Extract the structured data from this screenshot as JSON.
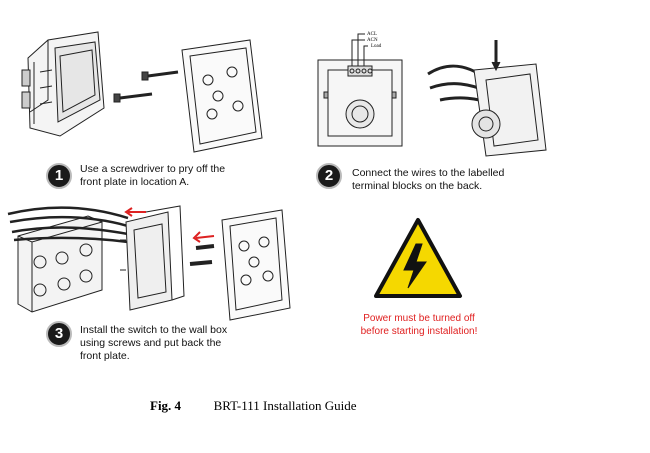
{
  "steps": [
    {
      "number": "1",
      "text": [
        "Use a screwdriver to pry off the",
        "front plate in location A."
      ]
    },
    {
      "number": "2",
      "text": [
        "Connect the wires to the labelled",
        "terminal blocks on the back."
      ]
    },
    {
      "number": "3",
      "text": [
        "Install the switch to the wall box",
        "using screws and put back the",
        "front plate."
      ]
    }
  ],
  "terminals": {
    "acl": "ACL",
    "acn": "ACN",
    "load": "Load"
  },
  "warning": {
    "lines": [
      "Power must be turned off",
      "before starting installation!"
    ],
    "color": "#e02020",
    "triangle_color": "#f5d800"
  },
  "caption": {
    "label": "Fig. 4",
    "title": "BRT-111 Installation Guide"
  }
}
